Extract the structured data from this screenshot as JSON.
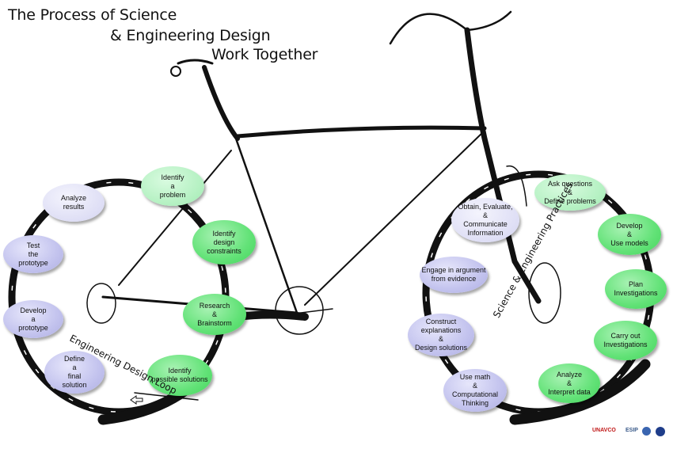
{
  "title": {
    "line1": "The Process of Science",
    "line2": "& Engineering Design",
    "line3": "Work Together"
  },
  "engineering_loop": {
    "label": "Engineering Design Loop",
    "nodes": [
      {
        "text": "Identify\na\nproblem"
      },
      {
        "text": "Identify\ndesign\nconstraints"
      },
      {
        "text": "Research\n&\nBrainstorm"
      },
      {
        "text": "Identify\npossible solutions"
      },
      {
        "text": "Define\na\nfinal\nsolution"
      },
      {
        "text": "Develop\na\nprototype"
      },
      {
        "text": "Test\nthe\nprototype"
      },
      {
        "text": "Analyze\nresults"
      }
    ]
  },
  "science_loop": {
    "label": "Science & Engineering Practices",
    "nodes": [
      {
        "text": "Ask questions\n&\nDefine problems"
      },
      {
        "text": "Develop\n&\nUse models"
      },
      {
        "text": "Plan\nInvestigations"
      },
      {
        "text": "Carry out\nInvestigations"
      },
      {
        "text": "Analyze\n&\nInterpret data"
      },
      {
        "text": "Use math\n&\nComputational\nThinking"
      },
      {
        "text": "Construct\nexplanations\n&\nDesign solutions"
      },
      {
        "text": "Engage in argument\nfrom evidence"
      },
      {
        "text": "Obtain, Evaluate,\n&\nCommunicate\nInformation"
      }
    ]
  },
  "logos": {
    "unavco": "UNAVCO",
    "esip": "ESIP"
  },
  "colors": {
    "science_node": "#c3c3ee",
    "engineering_node": "#62e277",
    "frame": "#111111"
  }
}
